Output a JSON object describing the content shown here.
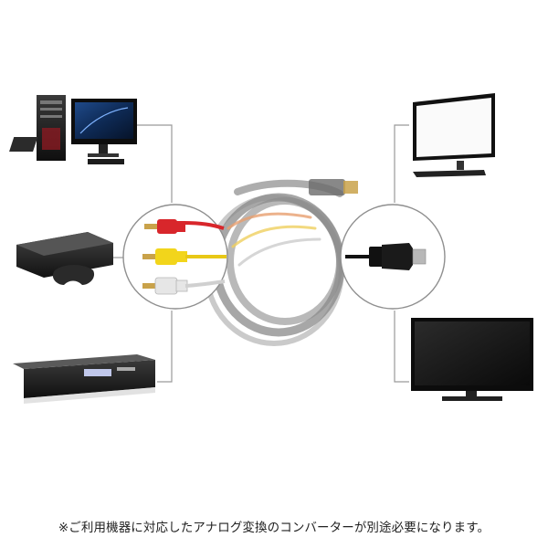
{
  "devices_left": [
    {
      "icon": "desktop-computer-icon"
    },
    {
      "icon": "game-console-icon"
    },
    {
      "icon": "media-player-box-icon"
    }
  ],
  "devices_right": [
    {
      "icon": "pc-monitor-icon"
    },
    {
      "icon": "flat-tv-icon"
    }
  ],
  "connectors": {
    "rca": [
      "red",
      "yellow",
      "white"
    ],
    "hdmi": "black"
  },
  "colors": {
    "rca_red": "#d8262b",
    "rca_yellow": "#f2d51b",
    "rca_white": "#e6e6e6",
    "cable_gray": "#7a7a7a",
    "line_gray": "#9a9a9a"
  },
  "footnote": "※ご利用機器に対応したアナログ変換のコンバーターが別途必要になります。"
}
